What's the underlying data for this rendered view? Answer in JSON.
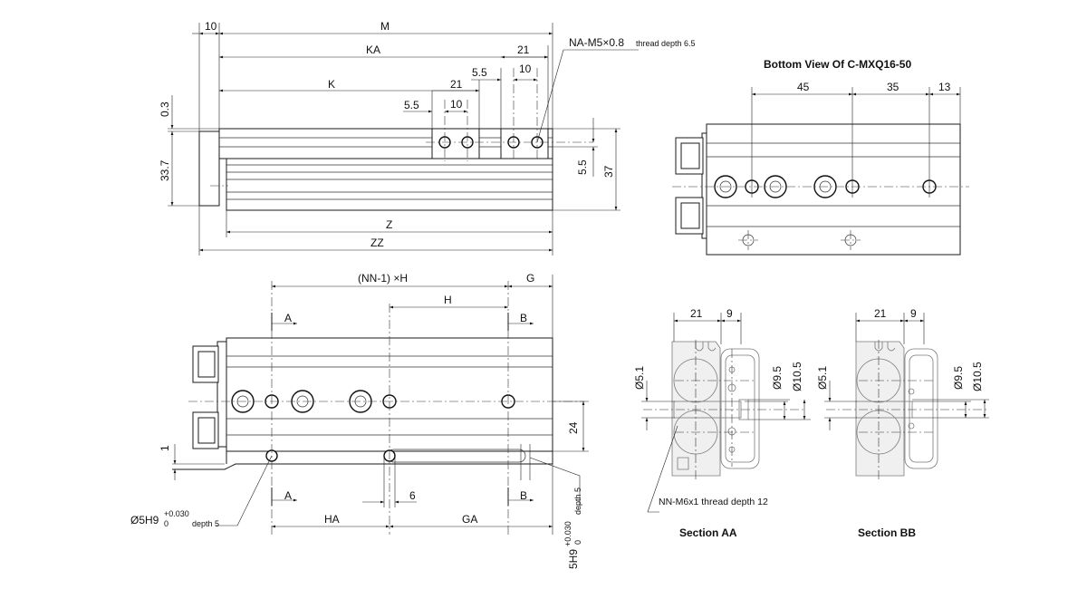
{
  "top_view": {
    "dim_10": "10",
    "dim_M": "M",
    "dim_KA": "KA",
    "dim_21a": "21",
    "dim_5_5a": "5.5",
    "dim_10a": "10",
    "dim_K": "K",
    "dim_21b": "21",
    "dim_5_5b": "5.5",
    "dim_10b": "10",
    "dim_0_3": "0.3",
    "dim_33_7": "33.7",
    "dim_5_5c": "5.5",
    "dim_37": "37",
    "dim_Z": "Z",
    "dim_ZZ": "ZZ",
    "thread_main": "NA-M5×0.8",
    "thread_depth": "thread depth 6.5"
  },
  "bottom_view": {
    "title": "Bottom View Of C-MXQ16-50",
    "dim_45": "45",
    "dim_35": "35",
    "dim_13": "13"
  },
  "side_view": {
    "dim_NN_H": "(NN-1) ×H",
    "dim_G": "G",
    "dim_H": "H",
    "sec_A_top": "A",
    "sec_B_top": "B",
    "sec_A_bot": "A",
    "sec_B_bot": "B",
    "dim_24": "24",
    "dim_1": "1",
    "dim_6": "6",
    "dim_HA": "HA",
    "dim_GA": "GA",
    "hole_left_main": "Ø5H9",
    "hole_left_tol_up": "+0.030",
    "hole_left_tol_dn": "0",
    "hole_left_depth": "depth 5",
    "slot_main": "5H9",
    "slot_tol_up": "+0.030",
    "slot_tol_dn": "0",
    "slot_depth": "depth 5"
  },
  "section_aa": {
    "title": "Section AA",
    "dim_21": "21",
    "dim_9": "9",
    "dim_d5_1": "Ø5.1",
    "dim_d9_5": "Ø9.5",
    "dim_d10_5": "Ø10.5",
    "thread_note": "NN-M6x1 thread depth 12"
  },
  "section_bb": {
    "title": "Section BB",
    "dim_21": "21",
    "dim_9": "9",
    "dim_d5_1": "Ø5.1",
    "dim_d9_5": "Ø9.5",
    "dim_d10_5": "Ø10.5"
  }
}
